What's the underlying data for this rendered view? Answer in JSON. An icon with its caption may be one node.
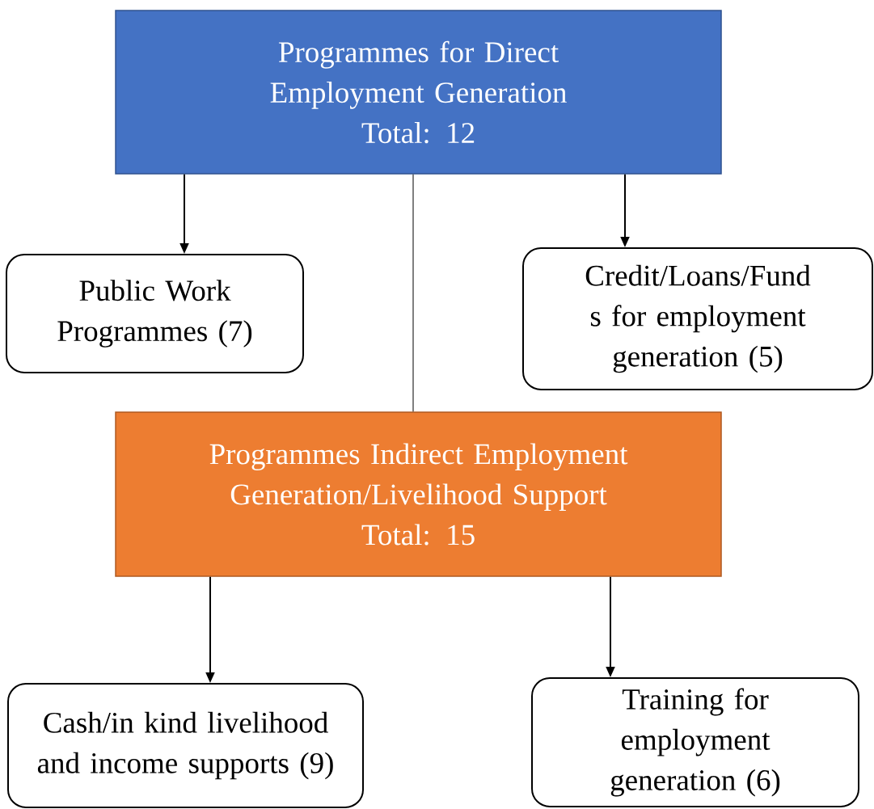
{
  "diagram": {
    "nodes": [
      {
        "text": [
          "Programmes for Direct Employment Generation",
          "Total: 12"
        ]
      },
      {
        "text": [
          "Public Work Programmes (7)"
        ]
      },
      {
        "text": [
          "Credit/Loans/Fund s for employment generation (5)"
        ]
      },
      {
        "text": [
          "Programmes Indirect Employment Generation/Livelihood Support",
          "Total: 15"
        ]
      },
      {
        "text": [
          "Cash/in kind livelihood and income supports (9)"
        ]
      },
      {
        "text": [
          "Training for employment generation (6)"
        ]
      }
    ],
    "edges": [
      {
        "from": 0,
        "to": 1,
        "arrow": "to"
      },
      {
        "from": 0,
        "to": 2,
        "arrow": "to"
      },
      {
        "from": 0,
        "to": 3,
        "arrow": "none"
      },
      {
        "from": 3,
        "to": 4,
        "arrow": "to"
      },
      {
        "from": 3,
        "to": 5,
        "arrow": "to"
      }
    ]
  }
}
